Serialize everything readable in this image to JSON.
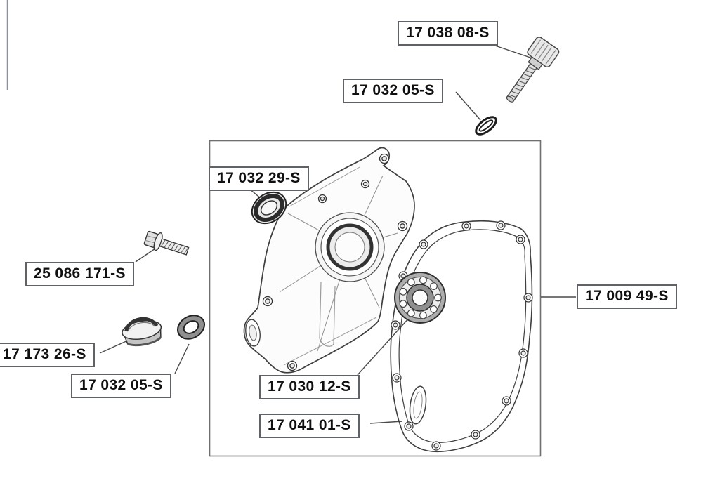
{
  "diagram": {
    "title_hint": "exploded-parts-diagram",
    "colors": {
      "leader_line": "#4a4a4a",
      "label_border": "#5f6368",
      "label_text": "#101010",
      "assembly_box_border": "#6f6f6f",
      "part_line": "#3f3f3f",
      "background": "#ffffff"
    }
  },
  "labels": {
    "l17_038_08": "17 038 08-S",
    "l17_032_05_top": "17 032 05-S",
    "l17_032_29": "17 032 29-S",
    "l25_086_171": "25 086 171-S",
    "l17_173_26": "17 173 26-S",
    "l17_032_05_bottom": "17 032 05-S",
    "l17_030_12": "17 030 12-S",
    "l17_041_01": "17 041 01-S",
    "l17_009_49": "17 009 49-S"
  }
}
